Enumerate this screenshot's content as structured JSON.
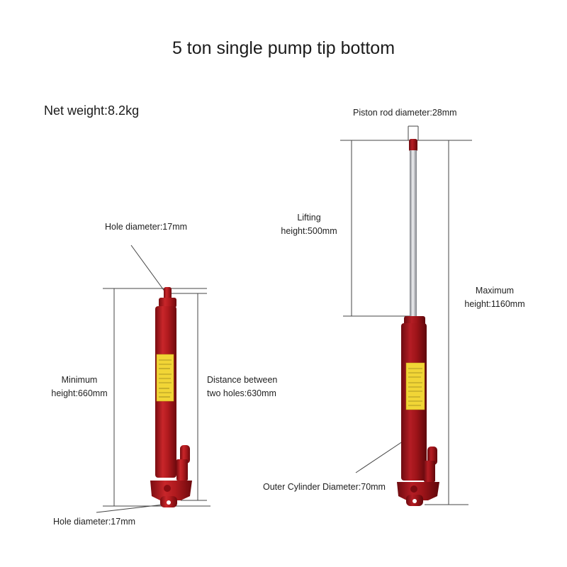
{
  "title": "5 ton single pump tip bottom",
  "net_weight": "Net weight:8.2kg",
  "labels": {
    "hole_top": "Hole diameter:17mm",
    "hole_bottom": "Hole diameter:17mm",
    "min_height_1": "Minimum",
    "min_height_2": "height:660mm",
    "distance_1": "Distance between",
    "distance_2": "two holes:630mm",
    "piston_rod": "Piston rod diameter:28mm",
    "lifting_1": "Lifting",
    "lifting_2": "height:500mm",
    "max_height_1": "Maximum",
    "max_height_2": "height:1160mm",
    "outer_cylinder": "Outer Cylinder Diameter:70mm"
  },
  "icons": {
    "left_jack": "hydraulic-ram-retracted-icon",
    "right_jack": "hydraulic-ram-extended-icon"
  },
  "colors": {
    "cylinder_red": "#b01a1e",
    "cylinder_dark": "#7a0c10",
    "label_yellow": "#f1d536",
    "rod_silver": "#c9ccd1",
    "dimension_line": "#444444"
  }
}
